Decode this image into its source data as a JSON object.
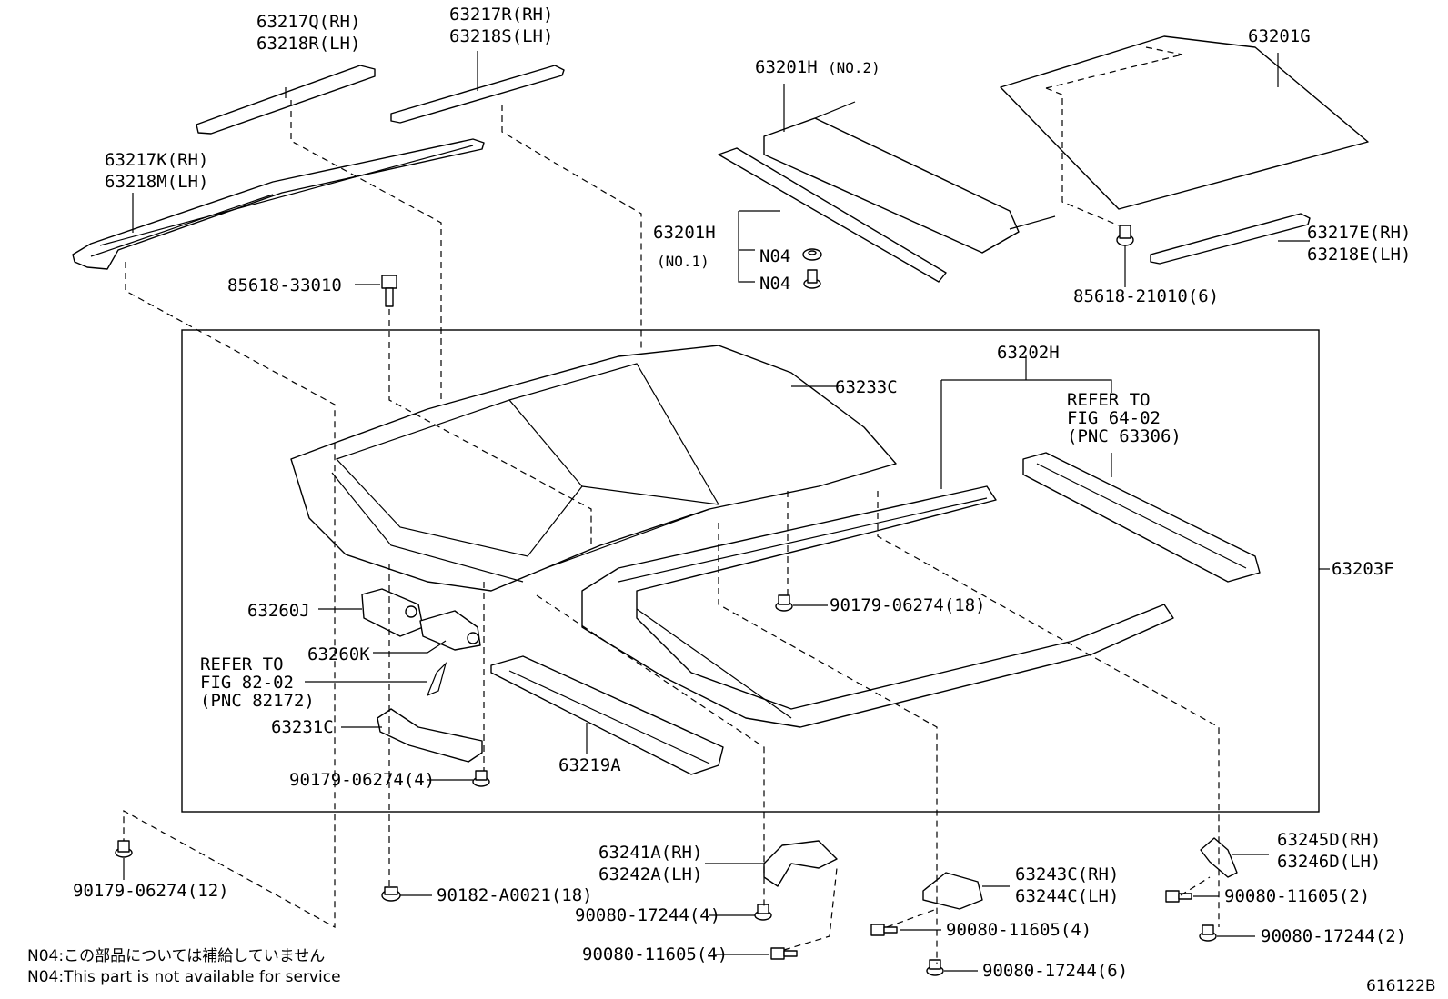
{
  "labels": {
    "rail_top_rh": "63217Q(RH)",
    "rail_top_lh": "63218R(LH)",
    "rail_mid_rh": "63217R(RH)",
    "rail_mid_lh": "63218S(LH)",
    "rail_side_rh": "63217K(RH)",
    "rail_side_lh": "63218M(LH)",
    "glass_no2": "63201H",
    "glass_no2_tag": "(NO.2)",
    "glass_no1": "63201H",
    "glass_no1_tag": "(NO.1)",
    "n04_a": "N04",
    "n04_b": "N04",
    "rear_glass": "63201G",
    "trim_e_rh": "63217E(RH)",
    "trim_e_lh": "63218E(LH)",
    "bolt_21010": "85618-21010(6)",
    "bolt_33010": "85618-33010",
    "housing": "63233C",
    "frame_assy": "63202H",
    "refer_a_1": "REFER TO",
    "refer_a_2": "FIG 64-02",
    "refer_a_3": "(PNC 63306)",
    "frame_outer": "63203F",
    "screw_18": "90179-06274(18)",
    "motor_j": "63260J",
    "motor_k": "63260K",
    "refer_b_1": "REFER TO",
    "refer_b_2": "FIG 82-02",
    "refer_b_3": "(PNC 82172)",
    "bracket_c": "63231C",
    "screw_4": "90179-06274(4)",
    "panel_a": "63219A",
    "screw_12": "90179-06274(12)",
    "nut_18": "90182-A0021(18)",
    "brk_241_rh": "63241A(RH)",
    "brk_242_lh": "63242A(LH)",
    "bolt_17244_4": "90080-17244(4)",
    "bolt_11605_4a": "90080-11605(4)",
    "brk_243_rh": "63243C(RH)",
    "brk_244_lh": "63244C(LH)",
    "bolt_11605_4b": "90080-11605(4)",
    "bolt_17244_6": "90080-17244(6)",
    "brk_245_rh": "63245D(RH)",
    "brk_246_lh": "63246D(LH)",
    "bolt_11605_2": "90080-11605(2)",
    "bolt_17244_2": "90080-17244(2)"
  },
  "notes": {
    "jp": "N04:この部品については補給していません",
    "en": "N04:This part is not available for service"
  },
  "figure_id": "616122B"
}
